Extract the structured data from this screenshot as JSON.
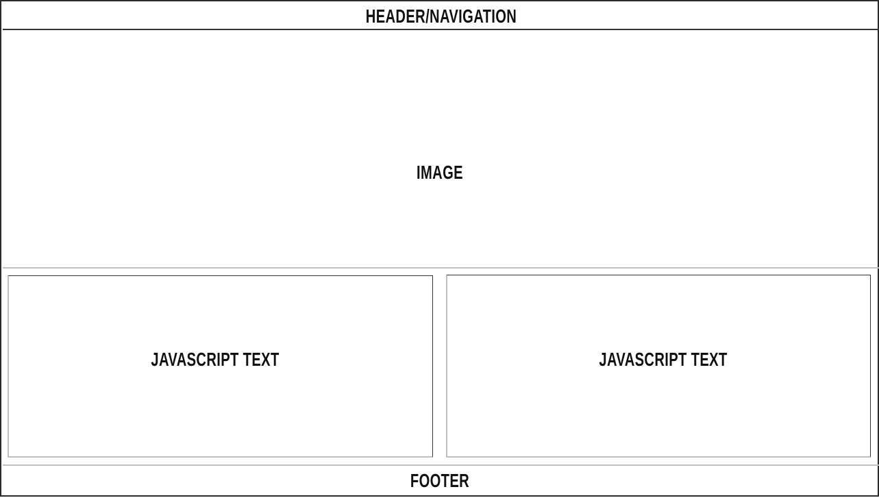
{
  "header": {
    "label": "Header/Navigation"
  },
  "image": {
    "label": "Image"
  },
  "content": {
    "boxes": [
      {
        "label": "JavaScript Text"
      },
      {
        "label": "JavaScript Text"
      }
    ]
  },
  "footer": {
    "label": "Footer"
  }
}
